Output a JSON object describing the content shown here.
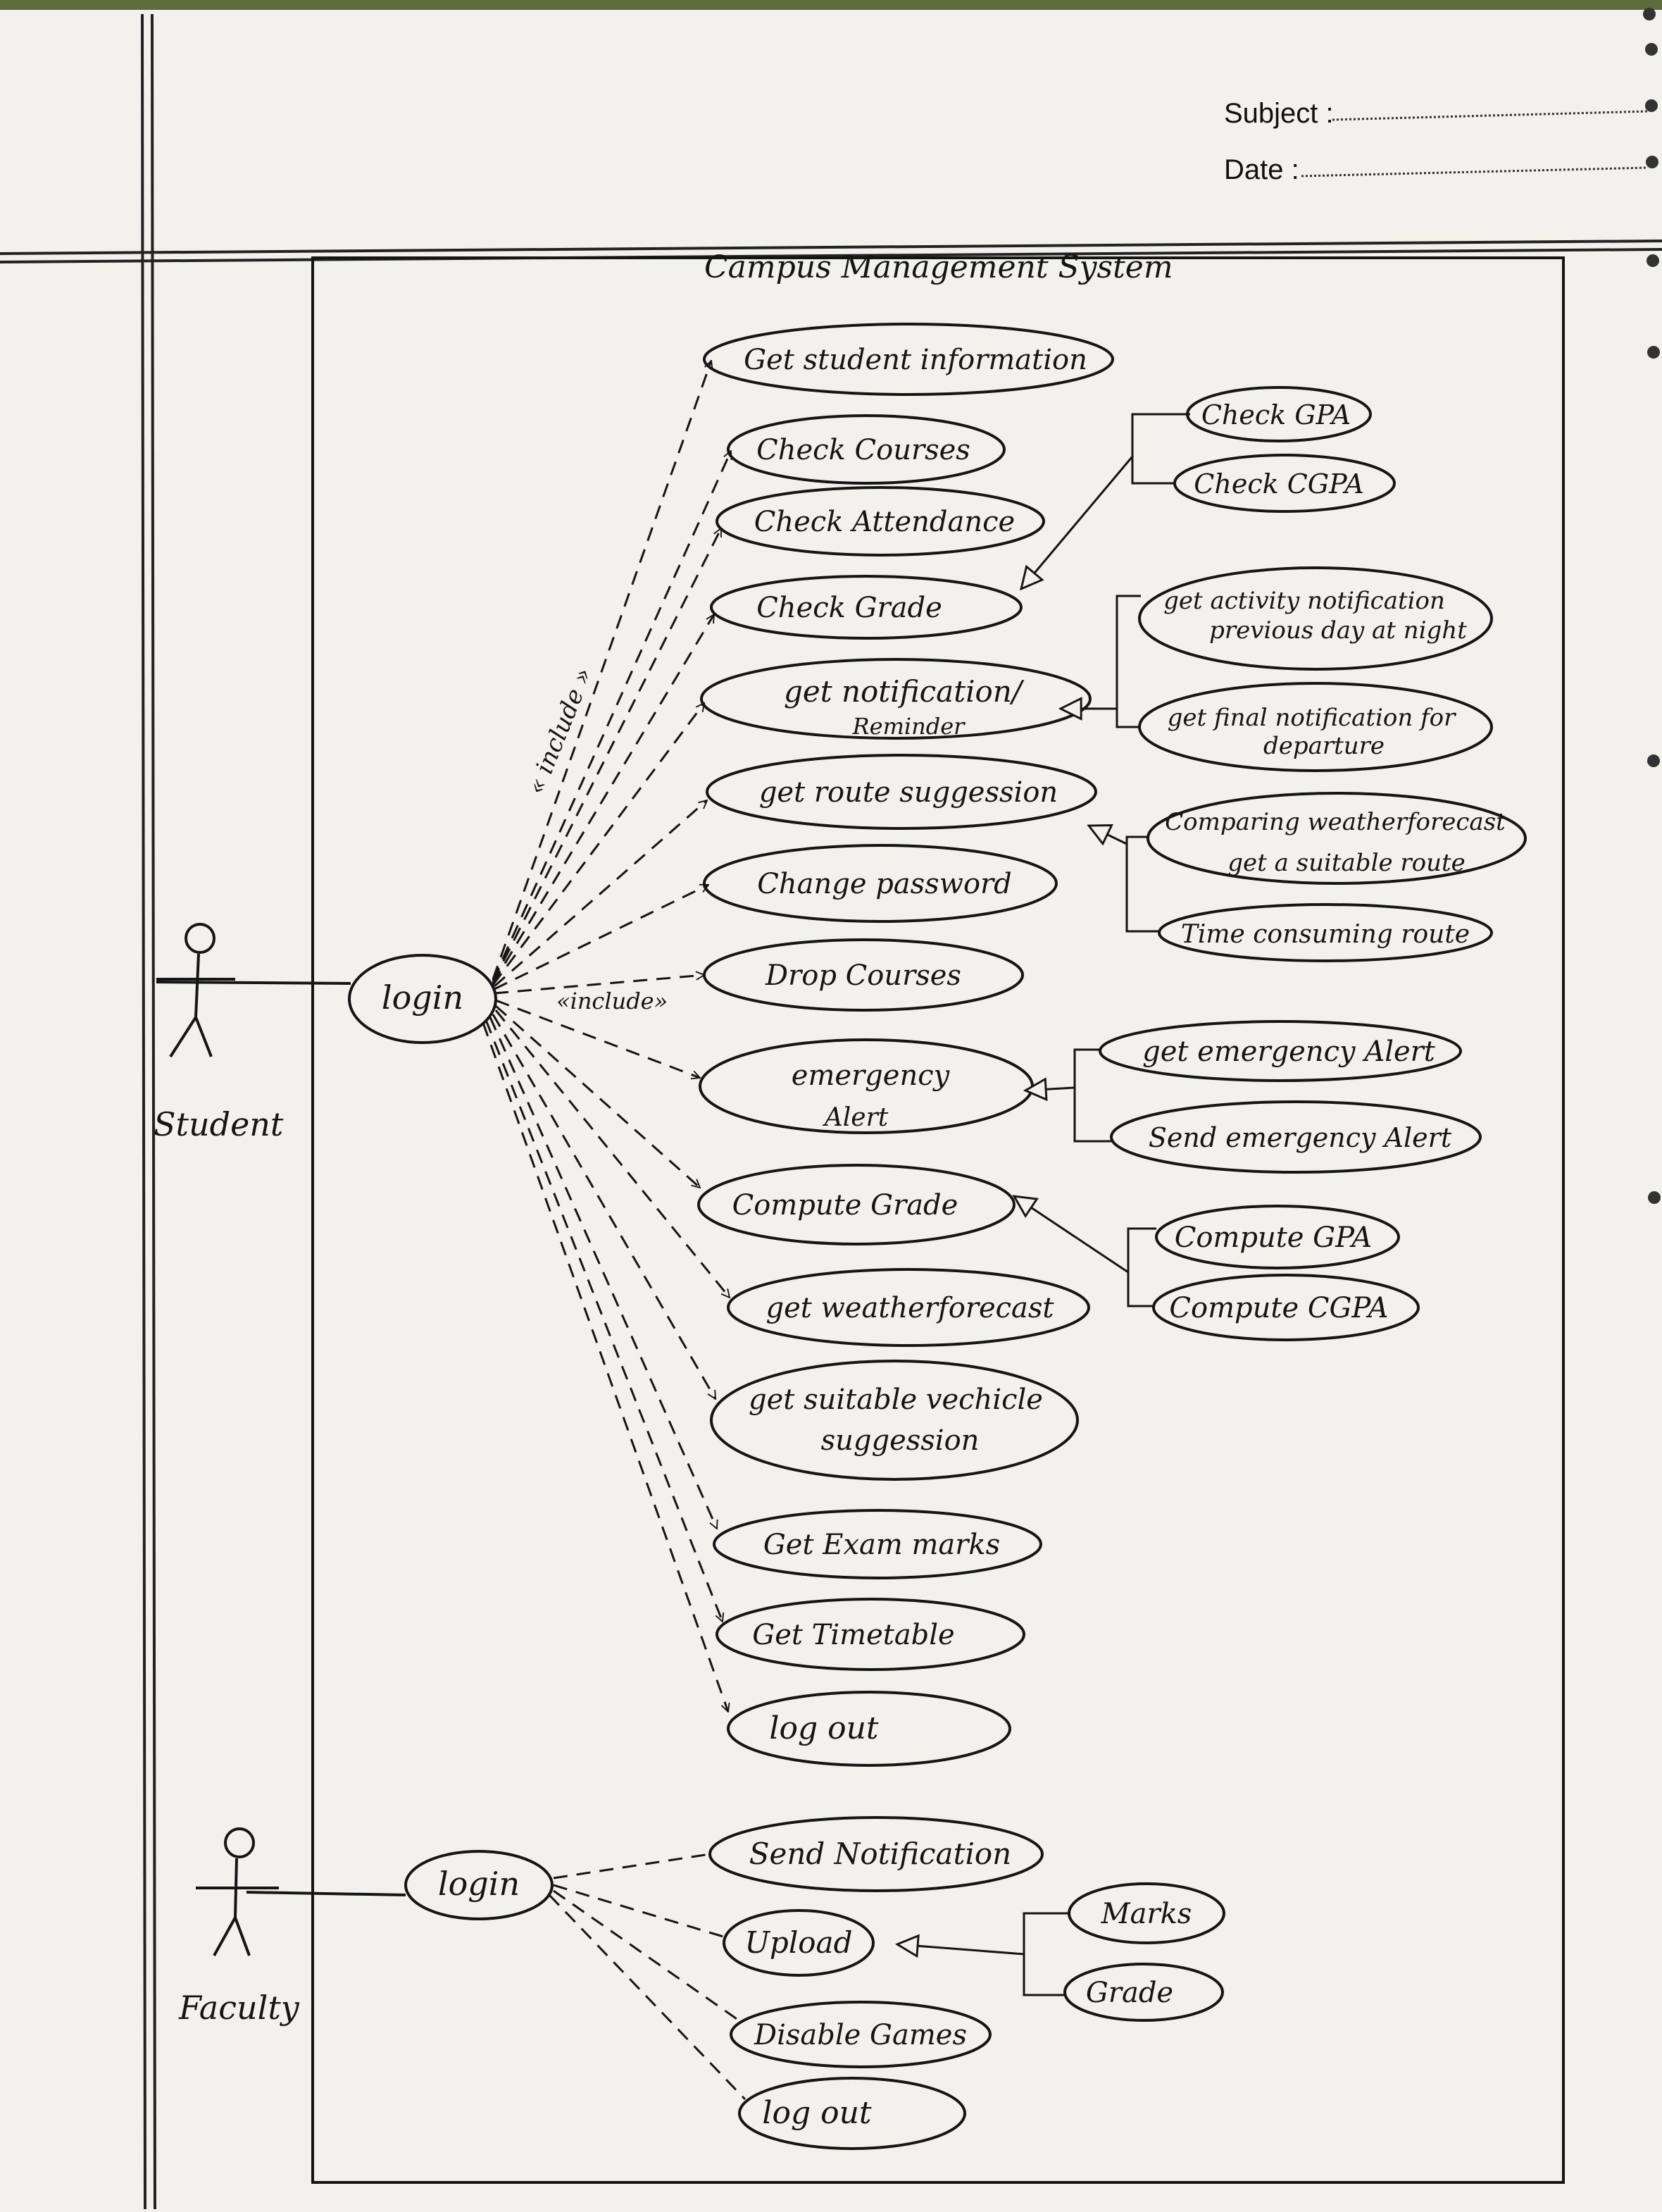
{
  "header": {
    "subject": "Subject :",
    "date": "Date :"
  },
  "system_title": "Campus Management System",
  "actors": {
    "student": "Student",
    "faculty": "Faculty"
  },
  "student": {
    "login": "login",
    "include_rotated": "« include »",
    "include_horizontal": "«include»",
    "use_cases": [
      {
        "label": "Get student information"
      },
      {
        "label": "Check Courses"
      },
      {
        "label": "Check Attendance"
      },
      {
        "label": "Check Grade"
      },
      {
        "label": "get notification/",
        "sublabel": "Reminder"
      },
      {
        "label": "get route suggession"
      },
      {
        "label": "Change password"
      },
      {
        "label": "Drop Courses"
      },
      {
        "label": "emergency",
        "sublabel": "Alert"
      },
      {
        "label": "Compute Grade"
      },
      {
        "label": "get weatherforecast"
      },
      {
        "label": "get suitable vechicle",
        "sublabel": "suggession"
      },
      {
        "label": "Get Exam marks"
      },
      {
        "label": "Get Timetable"
      },
      {
        "label": "log out"
      }
    ]
  },
  "sub_use_cases": {
    "check_grade": [
      "Check GPA",
      "Check CGPA"
    ],
    "notification": [
      {
        "line1": "get activity notification",
        "line2": "previous day at night"
      },
      {
        "line1": "get final notification for",
        "line2": "departure"
      }
    ],
    "route": [
      {
        "line1": "Comparing weatherforecast",
        "line2": "get a suitable route"
      },
      "Time consuming route"
    ],
    "emergency": [
      "get emergency Alert",
      "Send emergency Alert"
    ],
    "compute": [
      "Compute GPA",
      "Compute CGPA"
    ]
  },
  "faculty": {
    "login": "login",
    "use_cases": [
      "Send Notification",
      "Upload",
      "Disable Games",
      "log out"
    ],
    "upload_sub": [
      "Marks",
      "Grade"
    ]
  }
}
